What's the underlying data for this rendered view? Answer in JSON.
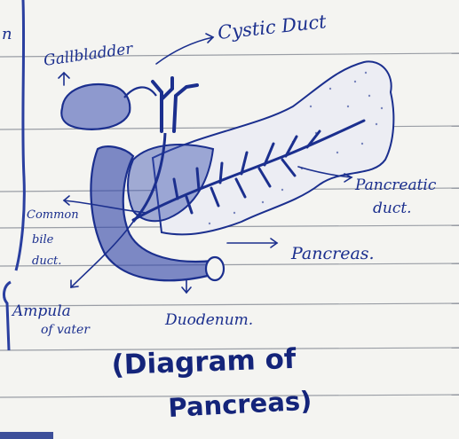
{
  "left_margin_text": "n",
  "labels": {
    "gallbladder": "Gallbladder",
    "cystic_duct": "Cystic Duct",
    "pancreatic_duct_line1": "Pancreatic",
    "pancreatic_duct_line2": "duct.",
    "common_bile_line1": "Common",
    "common_bile_line2": "bile",
    "common_bile_line3": "duct.",
    "pancreas": "Pancreas.",
    "ampulla_line1": "Ampula",
    "ampulla_line2": "of vater",
    "duodenum": "Duodenum."
  },
  "caption": {
    "line1": "(Diagram of",
    "line2": "Pancreas)"
  },
  "colors": {
    "ink": "#1b2f8e",
    "marker": "#14247a",
    "paper": "#f4f4f1",
    "rule": "#8a8f98",
    "margin": "#2a3fa0"
  }
}
